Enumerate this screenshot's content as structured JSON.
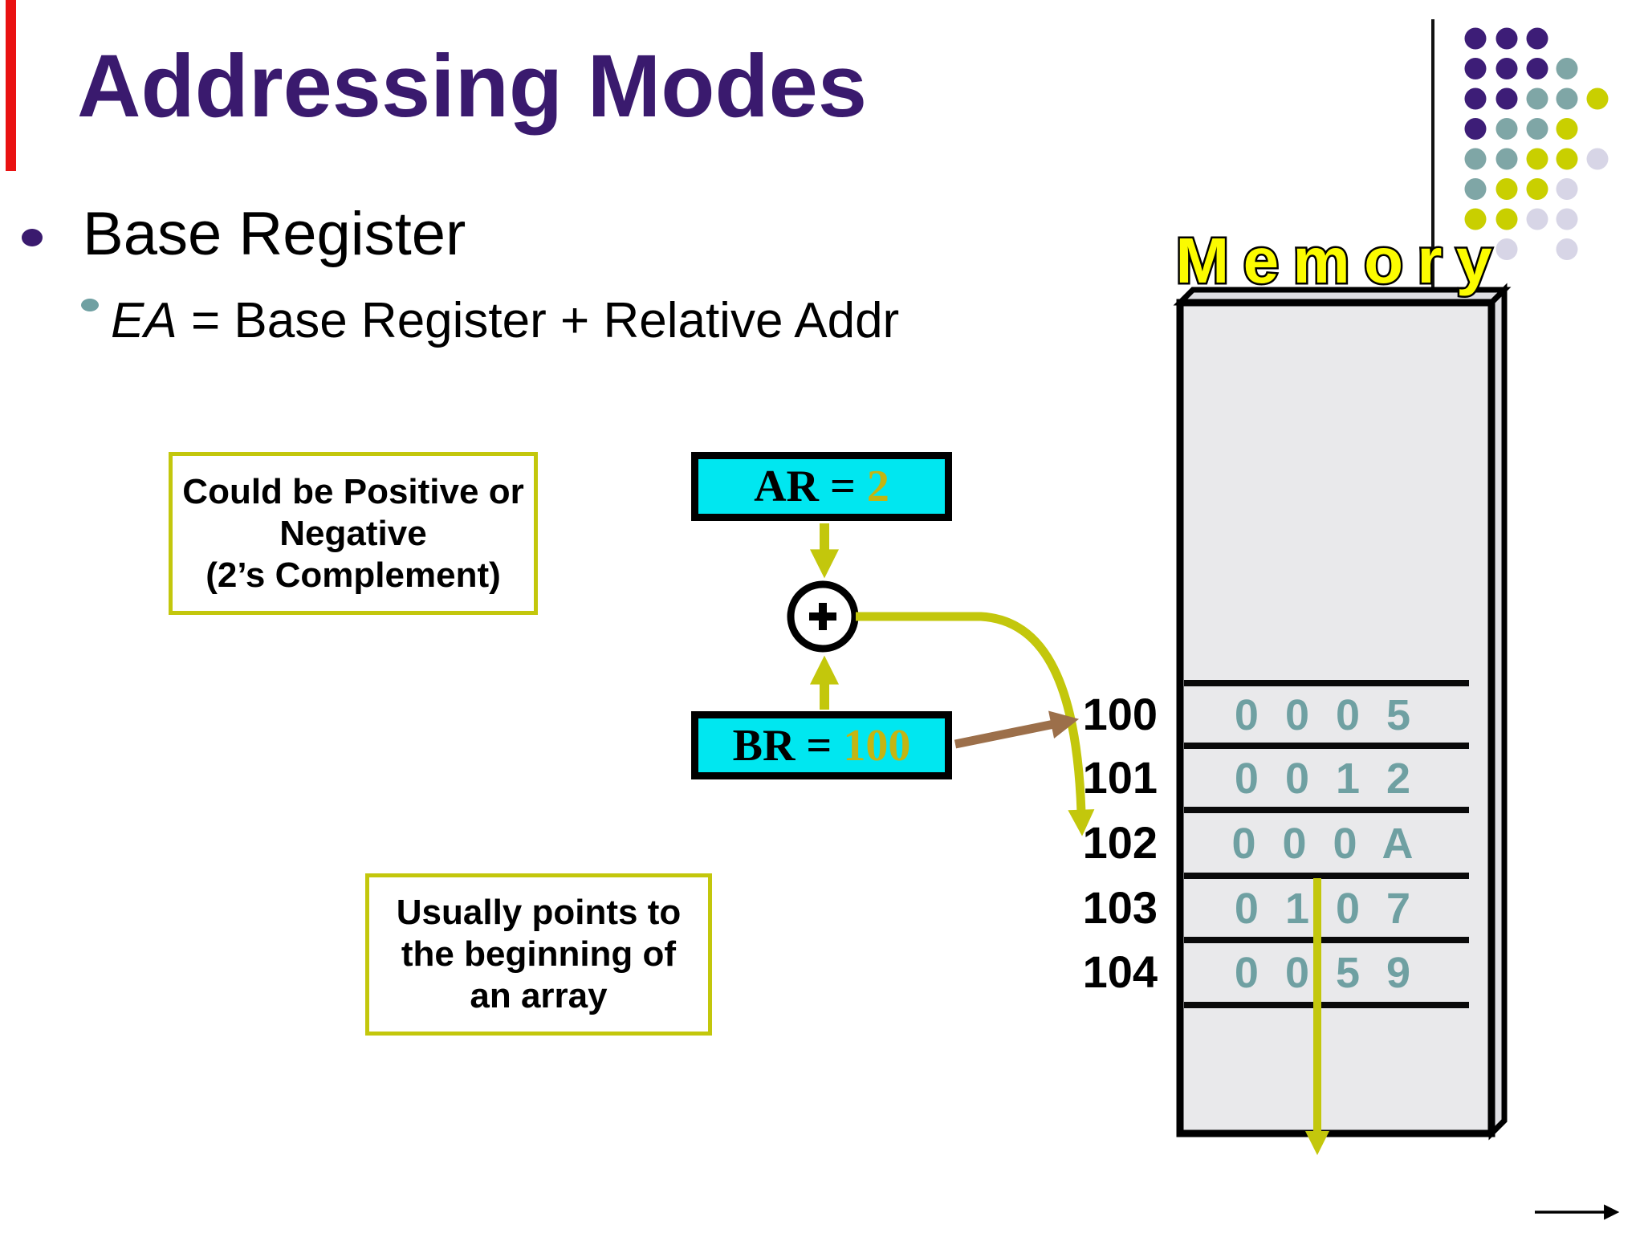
{
  "slide": {
    "title": "Addressing Modes",
    "bullets": {
      "main": "Base Register",
      "sub_em": "EA",
      "sub_rest": " = Base Register + Relative Addr"
    }
  },
  "notes": {
    "sign_note": {
      "line1": "Could be Positive or",
      "line2": "Negative",
      "line3": "(2’s Complement)"
    },
    "array_note": {
      "line1": "Usually points to",
      "line2": "the beginning of",
      "line3": "an array"
    }
  },
  "datapath": {
    "ar_label": "AR = ",
    "ar_value": "2",
    "br_label": "BR = ",
    "br_value": "100",
    "adder_symbol": "+"
  },
  "memory": {
    "title": "Memory",
    "rows": [
      {
        "address": "100",
        "value": "0 0 0 5"
      },
      {
        "address": "101",
        "value": "0 0 1 2"
      },
      {
        "address": "102",
        "value": "0 0 0 A"
      },
      {
        "address": "103",
        "value": "0 1 0 7"
      },
      {
        "address": "104",
        "value": "0 0 5 9"
      }
    ]
  },
  "icons": {
    "adder": "plus-circle-icon",
    "flow_arrows": "arrow-icon"
  },
  "colors": {
    "title": "#3a1a6e",
    "accent_yellow": "#c3c70c",
    "register_fill": "#00e7f0",
    "value_text": "#c4b512",
    "memory_fill": "#e9e9eb",
    "memory_side": "#dfdfe3",
    "memory_digits": "#6fa0a2",
    "brown_arrow": "#9c6f4a",
    "memory_label_fill": "#fbfb00",
    "edge_bar_red": "#e91111",
    "dot_purple": "#3d1d77",
    "dot_teal": "#7fa6a6",
    "dot_yellow": "#c9cf00",
    "dot_lavender": "#d7d5e6"
  },
  "decor": {
    "dots_rows": [
      [
        "p",
        "p",
        "p",
        null,
        null
      ],
      [
        "p",
        "p",
        "p",
        "t",
        null
      ],
      [
        "p",
        "p",
        "t",
        "t",
        "y"
      ],
      [
        "p",
        "t",
        "t",
        "y",
        null
      ],
      [
        "t",
        "t",
        "y",
        "y",
        "l"
      ],
      [
        "t",
        "y",
        "y",
        "l",
        null
      ],
      [
        "y",
        "y",
        "l",
        "l",
        null
      ],
      [
        null,
        "l",
        null,
        "l",
        null
      ]
    ]
  }
}
